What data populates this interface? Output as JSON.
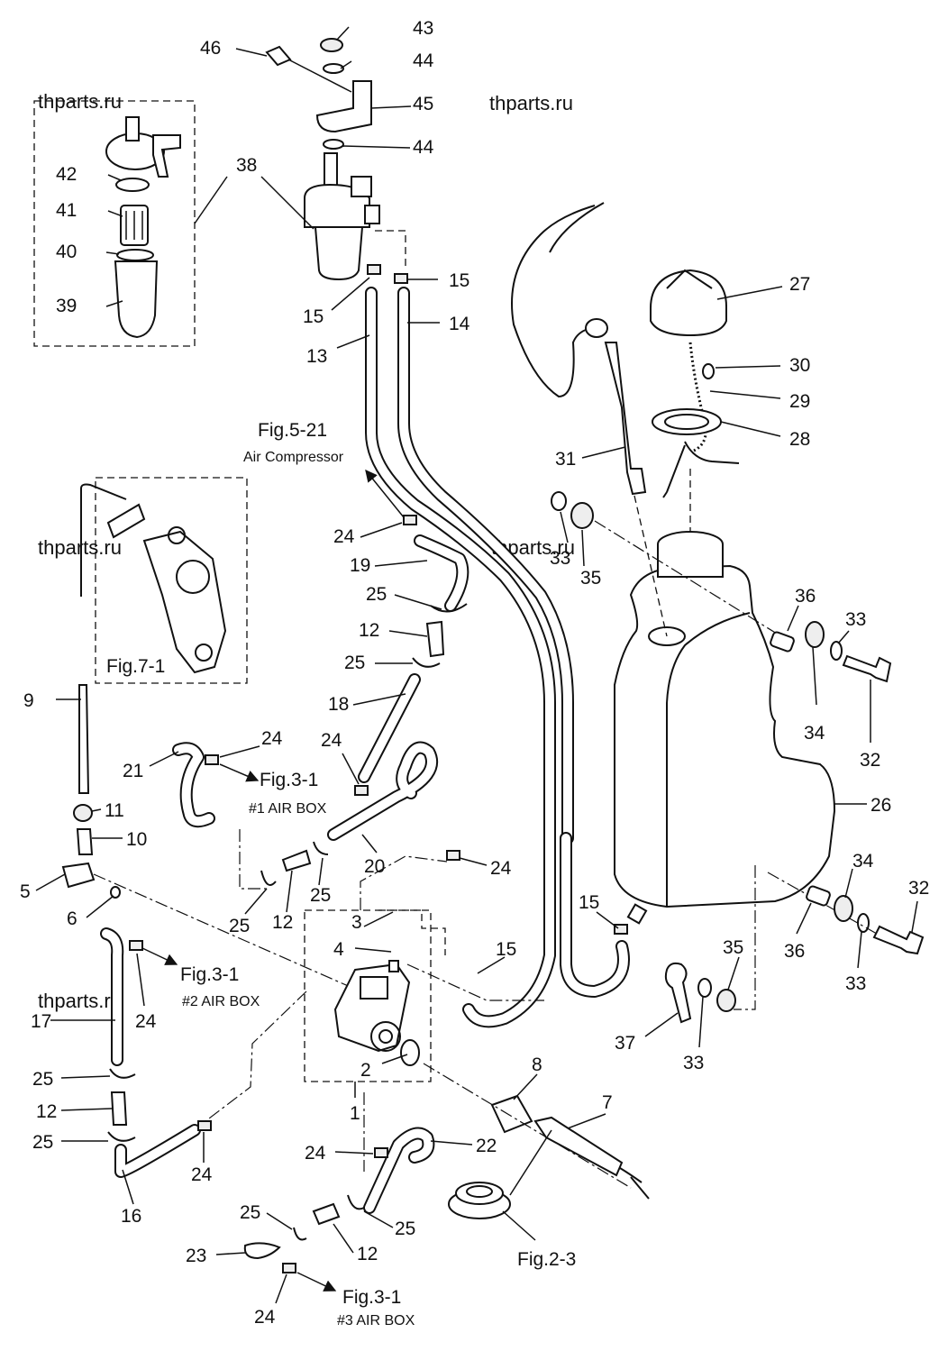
{
  "watermarks": [
    "thparts.ru",
    "thparts.ru",
    "thparts.ru",
    "thparts.ru",
    "thparts.ru"
  ],
  "callouts": {
    "n1": "1",
    "n2": "2",
    "n3": "3",
    "n4": "4",
    "n5": "5",
    "n6": "6",
    "n7": "7",
    "n8": "8",
    "n9": "9",
    "n10": "10",
    "n11": "11",
    "n12a": "12",
    "n12b": "12",
    "n12c": "12",
    "n12d": "12",
    "n13": "13",
    "n14": "14",
    "n15a": "15",
    "n15b": "15",
    "n15c": "15",
    "n15d": "15",
    "n16": "16",
    "n17": "17",
    "n18": "18",
    "n19": "19",
    "n20": "20",
    "n21": "21",
    "n22": "22",
    "n23": "23",
    "n24a": "24",
    "n24b": "24",
    "n24c": "24",
    "n24d": "24",
    "n24e": "24",
    "n24f": "24",
    "n24g": "24",
    "n24h": "24",
    "n25a": "25",
    "n25b": "25",
    "n25c": "25",
    "n25d": "25",
    "n25e": "25",
    "n25f": "25",
    "n25g": "25",
    "n26": "26",
    "n27": "27",
    "n28": "28",
    "n29": "29",
    "n30": "30",
    "n31": "31",
    "n32a": "32",
    "n32b": "32",
    "n33a": "33",
    "n33b": "33",
    "n33c": "33",
    "n33d": "33",
    "n34a": "34",
    "n34b": "34",
    "n35a": "35",
    "n35b": "35",
    "n36a": "36",
    "n36b": "36",
    "n37": "37",
    "n38": "38",
    "n39": "39",
    "n40": "40",
    "n41": "41",
    "n42": "42",
    "n43": "43",
    "n44a": "44",
    "n44b": "44",
    "n45": "45",
    "n46": "46"
  },
  "references": {
    "fig5_21": "Fig.5-21",
    "air_compressor": "Air Compressor",
    "fig7_1": "Fig.7-1",
    "fig3_1_a": "Fig.3-1",
    "air_box_1": "#1 AIR BOX",
    "fig3_1_b": "Fig.3-1",
    "air_box_2": "#2 AIR BOX",
    "fig3_1_c": "Fig.3-1",
    "air_box_3": "#3 AIR BOX",
    "fig2_3": "Fig.2-3"
  }
}
